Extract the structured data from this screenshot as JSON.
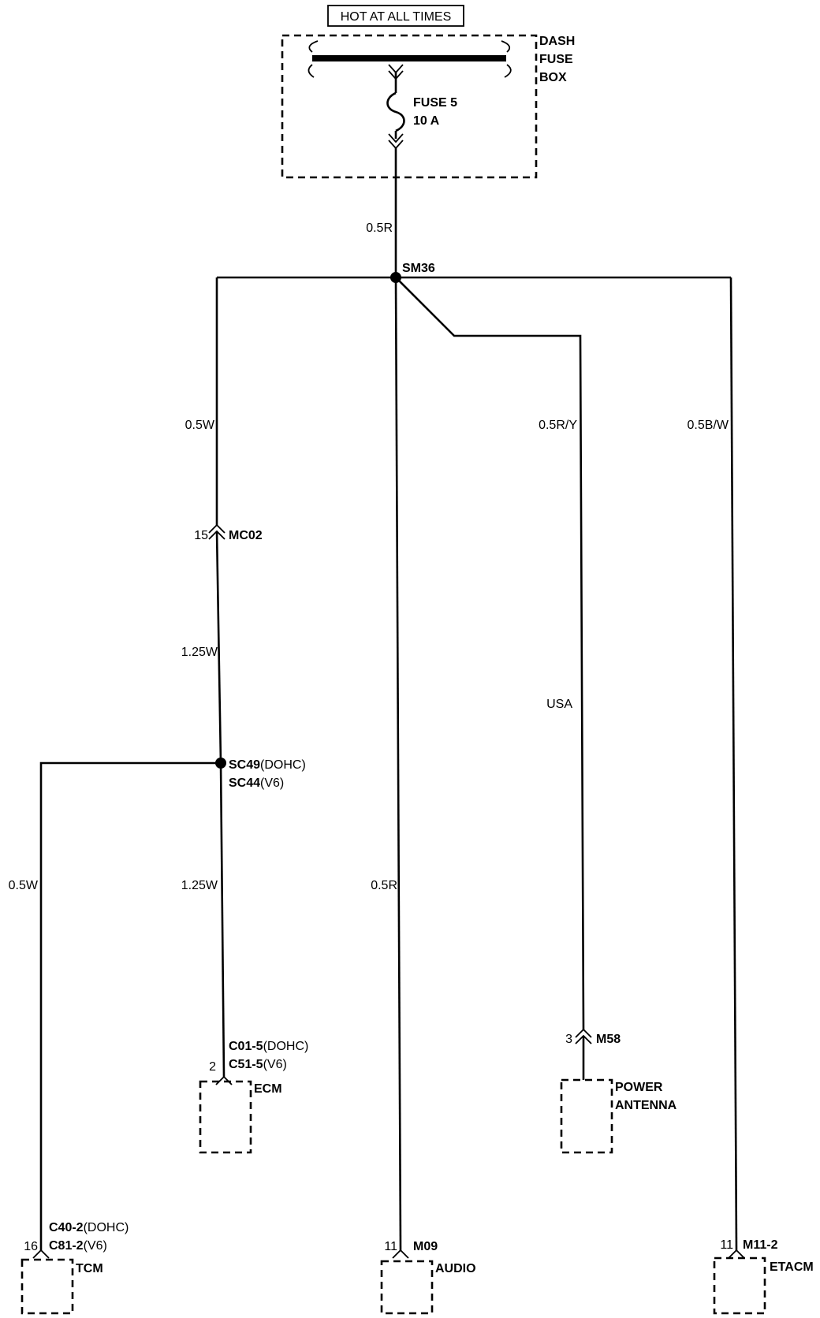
{
  "header": {
    "banner": "HOT AT ALL TIMES"
  },
  "fuse_box": {
    "name_line1": "DASH",
    "name_line2": "FUSE",
    "name_line3": "BOX",
    "fuse_line1": "FUSE 5",
    "fuse_line2": "10 A"
  },
  "wires": {
    "feed": "0.5R",
    "left_upper": "0.5W",
    "left_mid": "1.25W",
    "tcm_branch": "0.5W",
    "ecm_branch": "1.25W",
    "audio_branch": "0.5R",
    "antenna_branch": "0.5R/Y",
    "antenna_note": "USA",
    "etacm_branch": "0.5B/W"
  },
  "splices": {
    "main": "SM36",
    "sub_line1": "SC49",
    "sub_line1_suffix": "(DOHC)",
    "sub_line2": "SC44",
    "sub_line2_suffix": "(V6)"
  },
  "connectors": {
    "mc02": {
      "pin": "15",
      "name": "MC02"
    },
    "ecm": {
      "pin": "2",
      "name1": "C01-5",
      "name1_suffix": "(DOHC)",
      "name2": "C51-5",
      "name2_suffix": "(V6)"
    },
    "tcm": {
      "pin": "16",
      "name1": "C40-2",
      "name1_suffix": "(DOHC)",
      "name2": "C81-2",
      "name2_suffix": "(V6)"
    },
    "audio": {
      "pin": "11",
      "name": "M09"
    },
    "m58": {
      "pin": "3",
      "name": "M58"
    },
    "etacm": {
      "pin": "11",
      "name": "M11-2"
    }
  },
  "components": {
    "ecm": "ECM",
    "tcm": "TCM",
    "audio": "AUDIO",
    "antenna_line1": "POWER",
    "antenna_line2": "ANTENNA",
    "etacm": "ETACM"
  }
}
